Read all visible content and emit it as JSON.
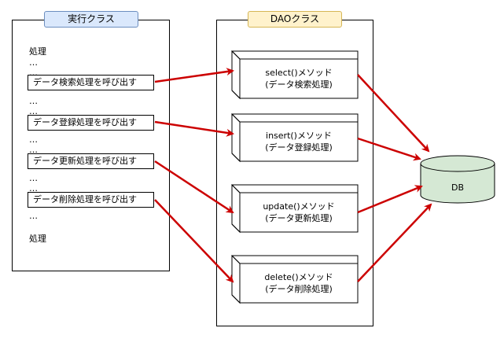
{
  "exec_panel": {
    "title": "実行クラス",
    "lines": [
      "処理",
      "…",
      "…",
      "…",
      "…",
      "…",
      "…",
      "…",
      "…",
      "…",
      "処理"
    ],
    "calls": [
      "データ検索処理を呼び出す",
      "データ登録処理を呼び出す",
      "データ更新処理を呼び出す",
      "データ削除処理を呼び出す"
    ]
  },
  "dao_panel": {
    "title": "DAOクラス",
    "methods": [
      {
        "line1": "select()メソッド",
        "line2": "(データ検索処理)"
      },
      {
        "line1": "insert()メソッド",
        "line2": "(データ登録処理)"
      },
      {
        "line1": "update()メソッド",
        "line2": "(データ更新処理)"
      },
      {
        "line1": "delete()メソッド",
        "line2": "(データ削除処理)"
      }
    ]
  },
  "db": {
    "label": "DB"
  },
  "colors": {
    "exec_tag_fill": "#dae8fc",
    "exec_tag_stroke": "#6c8ebf",
    "dao_tag_fill": "#fff2cc",
    "dao_tag_stroke": "#d6b656",
    "db_fill": "#d5e8d4",
    "arrow": "#cc0000",
    "box_fill": "#ffffff"
  }
}
